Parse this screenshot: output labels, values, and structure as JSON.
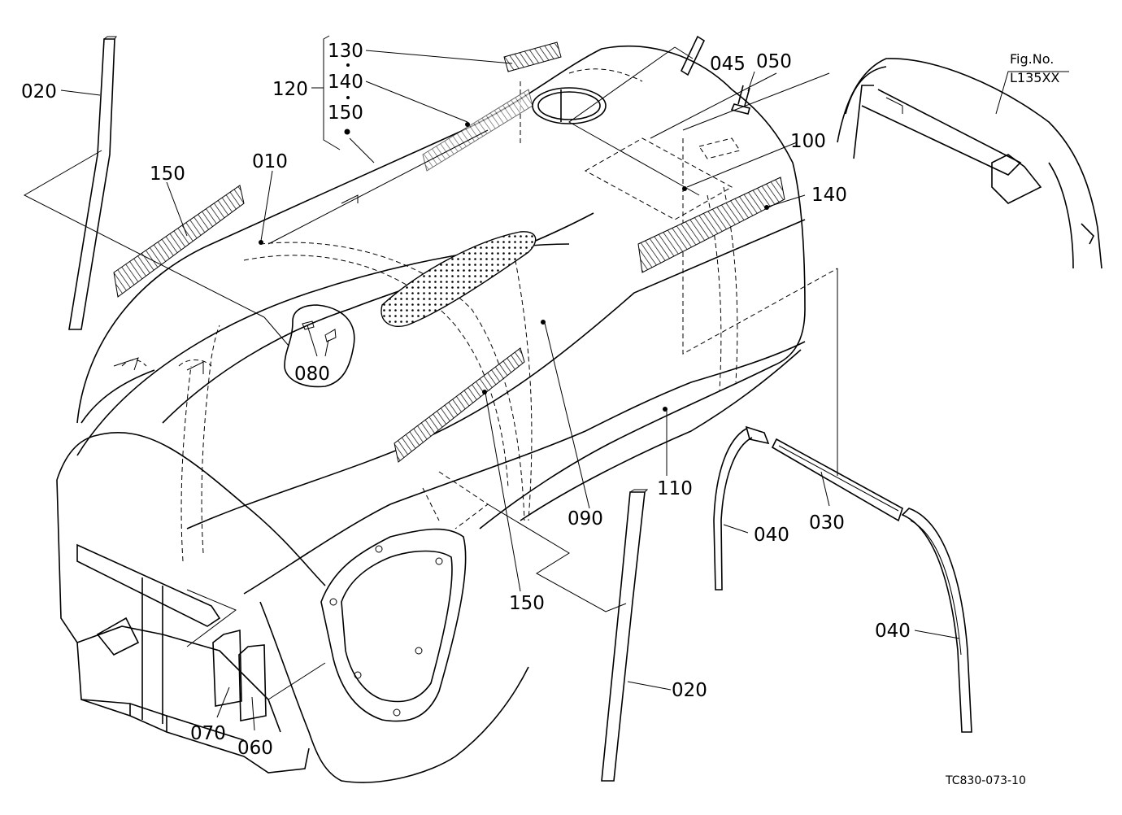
{
  "figure": {
    "ref_title": "Fig.No.",
    "ref_number": "L135XX",
    "drawing_code": "TC830-073-10"
  },
  "parts": {
    "p010": "010",
    "p020a": "020",
    "p020b": "020",
    "p030": "030",
    "p040a": "040",
    "p040b": "040",
    "p045": "045",
    "p050": "050",
    "p060": "060",
    "p070": "070",
    "p080": "080",
    "p090": "090",
    "p100": "100",
    "p110": "110",
    "p120": "120",
    "p130": "130",
    "p140a": "140",
    "p140b": "140",
    "p150a": "150",
    "p150b": "150",
    "p150c": "150"
  }
}
